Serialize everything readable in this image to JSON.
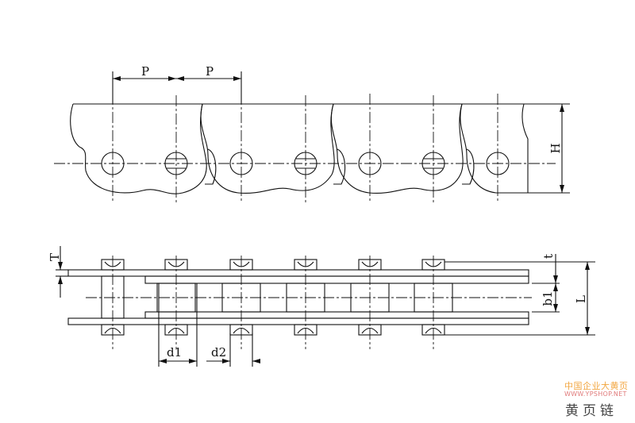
{
  "labels": {
    "pitch1": "P",
    "pitch2": "P",
    "height": "H",
    "plate_thickness_outer": "T",
    "plate_thickness": "t",
    "inner_width": "b1",
    "overall_length": "L",
    "roller_diameter": "d1",
    "pin_diameter": "d2"
  },
  "watermark": {
    "line1": "中国企业大黄页",
    "line2": "WWW.YPSHOP.NET",
    "line3": "黄页链"
  },
  "colors": {
    "line": "#111111",
    "watermark_orange": "#f2a640",
    "watermark_red": "#e07a7a"
  }
}
